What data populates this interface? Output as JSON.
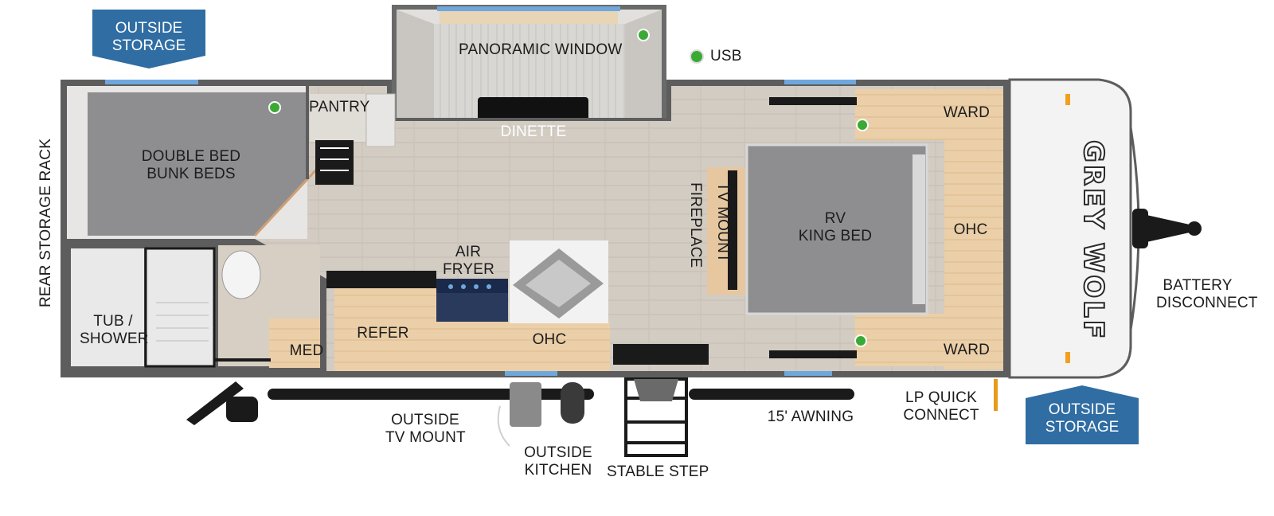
{
  "badges": {
    "outside_storage_top": [
      "OUTSIDE",
      "STORAGE"
    ],
    "outside_storage_bottom": [
      "OUTSIDE",
      "STORAGE"
    ]
  },
  "legend": {
    "usb_label": "USB",
    "usb_color": "#3aaa35"
  },
  "rooms": {
    "panoramic_window": "PANORAMIC WINDOW",
    "dinette": "DINETTE",
    "pantry": "PANTRY",
    "bunk_beds": [
      "DOUBLE BED",
      "BUNK BEDS"
    ],
    "rear_storage_rack": "REAR STORAGE RACK",
    "tub_shower": [
      "TUB /",
      "SHOWER"
    ],
    "med": "MED",
    "refer": "REFER",
    "air_fryer": [
      "AIR",
      "FRYER"
    ],
    "ohc_kitchen": "OHC",
    "fireplace": "FIREPLACE",
    "tv_mount": "TV MOUNT",
    "king_bed": [
      "RV",
      "KING BED"
    ],
    "ward_top": "WARD",
    "ohc_bedroom": "OHC",
    "ward_bottom": "WARD"
  },
  "exterior": {
    "battery_disconnect": [
      "BATTERY",
      "DISCONNECT"
    ],
    "outside_tv_mount": [
      "OUTSIDE",
      "TV MOUNT"
    ],
    "outside_kitchen": [
      "OUTSIDE",
      "KITCHEN"
    ],
    "stable_step": "STABLE STEP",
    "awning": "15' AWNING",
    "lp_quick_connect": [
      "LP QUICK",
      "CONNECT"
    ]
  },
  "brand": {
    "logo_text": "GREY WOLF"
  },
  "colors": {
    "badge_blue": "#2f6da3",
    "wall": "#5d5d5d",
    "floor": "#cfc7bd",
    "wood": "#e6c7a0",
    "mattress": "#8e8e90",
    "window": "#6fa7dd",
    "dinette_table": "#111111"
  }
}
